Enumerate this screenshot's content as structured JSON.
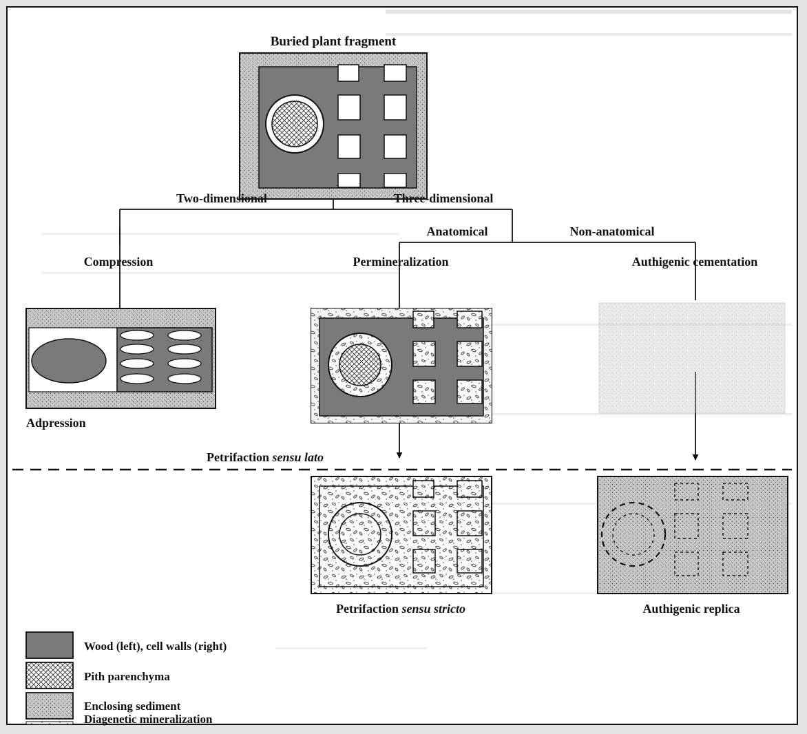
{
  "diagram": {
    "title": "Buried plant fragment",
    "branches": {
      "two_dimensional": "Two-dimensional",
      "three_dimensional": "Three-dimensional",
      "anatomical": "Anatomical",
      "non_anatomical": "Non-anatomical"
    },
    "processes": {
      "compression": "Compression",
      "adpression": "Adpression",
      "permineralization": "Permineralization",
      "authigenic_cementation": "Authigenic cementation",
      "authigenic_replica": "Authigenic replica"
    },
    "petrifaction_lato": {
      "prefix": "Petrifaction ",
      "italic": "sensu lato"
    },
    "petrifaction_stricto": {
      "prefix": "Petrifaction ",
      "italic": "sensu stricto"
    },
    "legend": [
      {
        "key": "wood",
        "label": "Wood (left), cell walls (right)"
      },
      {
        "key": "pith",
        "label": "Pith parenchyma"
      },
      {
        "key": "sediment",
        "label": "Enclosing sediment"
      },
      {
        "key": "mineral",
        "label": "Diagenetic mineralization"
      }
    ]
  },
  "colors": {
    "background": "#e4e4e4",
    "panel": "#ffffff",
    "ink": "#111111",
    "wood_fill": "#7a7a7a",
    "sediment_fill": "#c6c6c6",
    "ghost_text": "#c9c9c9"
  }
}
